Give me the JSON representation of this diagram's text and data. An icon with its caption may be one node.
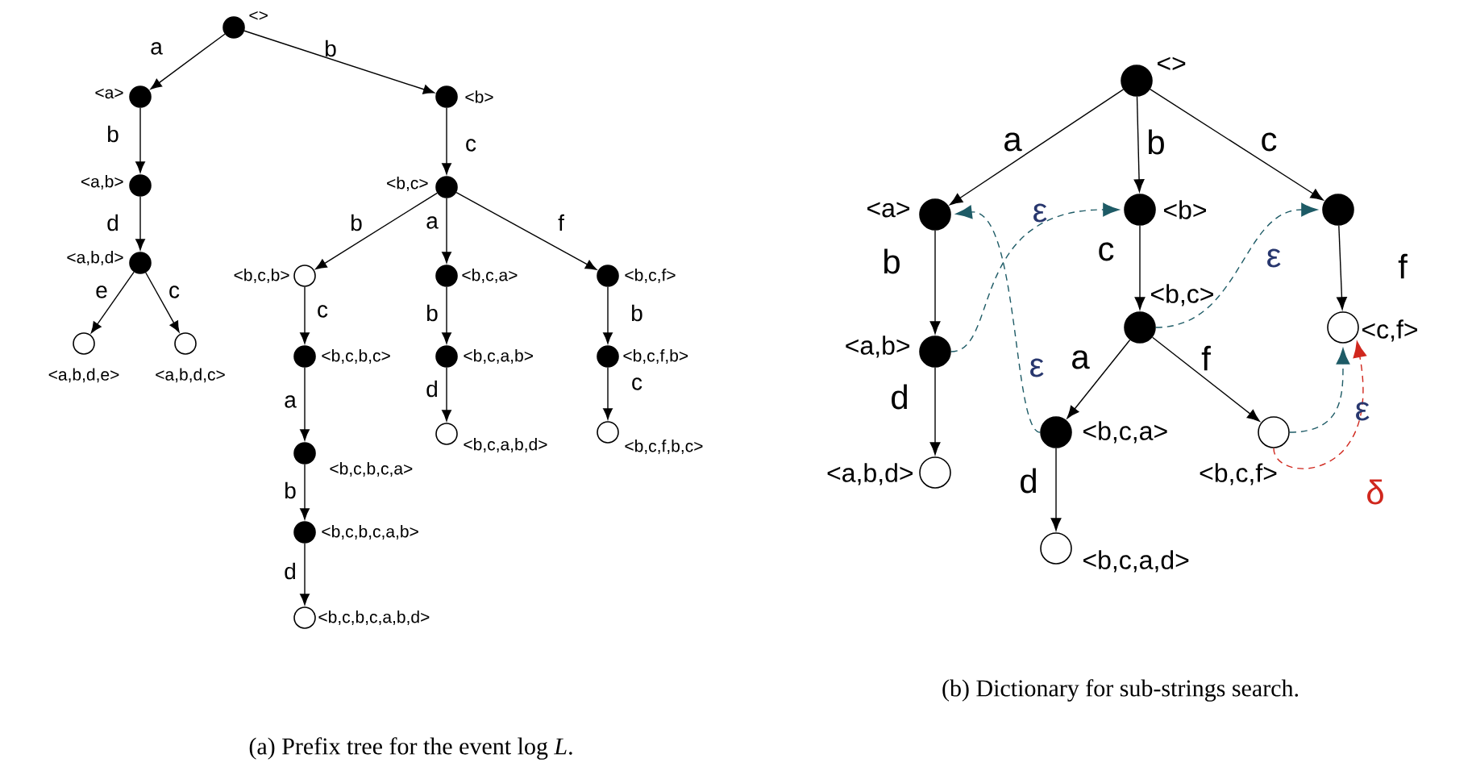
{
  "diagram": {
    "nodes": [
      {
        "text": [],
        "shape": "dot",
        "beside": [
          "<>"
        ]
      },
      {
        "text": [],
        "shape": "dot",
        "beside": [
          "<a>"
        ]
      },
      {
        "text": [],
        "shape": "dot",
        "beside": [
          "<b>"
        ]
      },
      {
        "text": [],
        "shape": "dot",
        "beside": [
          "<a,b>"
        ]
      },
      {
        "text": [],
        "shape": "dot",
        "beside": [
          "<a,b,d>"
        ]
      },
      {
        "text": [],
        "shape": "circle",
        "beside": [
          "<a,b,d,e>"
        ]
      },
      {
        "text": [],
        "shape": "circle",
        "beside": [
          "<a,b,d,c>"
        ]
      },
      {
        "text": [],
        "shape": "dot",
        "beside": [
          "<b,c>"
        ]
      },
      {
        "text": [],
        "shape": "circle",
        "beside": [
          "<b,c,b>"
        ]
      },
      {
        "text": [],
        "shape": "dot",
        "beside": [
          "<b,c,a>"
        ]
      },
      {
        "text": [],
        "shape": "dot",
        "beside": [
          "<b,c,f>"
        ]
      },
      {
        "text": [],
        "shape": "dot",
        "beside": [
          "<b,c,b,c>"
        ]
      },
      {
        "text": [],
        "shape": "dot",
        "beside": [
          "<b,c,a,b>"
        ]
      },
      {
        "text": [],
        "shape": "dot",
        "beside": [
          "<b,c,f,b>"
        ]
      },
      {
        "text": [],
        "shape": "circle",
        "beside": [
          "<b,c,a,b,d>"
        ]
      },
      {
        "text": [],
        "shape": "circle",
        "beside": [
          "<b,c,f,b,c>"
        ]
      },
      {
        "text": [],
        "shape": "dot",
        "beside": [
          "<b,c,b,c,a>"
        ]
      },
      {
        "text": [],
        "shape": "dot",
        "beside": [
          "<b,c,b,c,a,b>"
        ]
      },
      {
        "text": [],
        "shape": "circle",
        "beside": [
          "<b,c,b,c,a,b,d>"
        ]
      },
      {
        "text": [],
        "shape": "dot",
        "beside": [
          "<>"
        ]
      },
      {
        "text": [],
        "shape": "dot",
        "beside": [
          "<a>"
        ]
      },
      {
        "text": [],
        "shape": "dot",
        "beside": [
          "<b>"
        ]
      },
      {
        "text": [],
        "shape": "dot"
      },
      {
        "text": [],
        "shape": "dot",
        "beside": [
          "<a,b>"
        ]
      },
      {
        "text": [],
        "shape": "dot",
        "beside": [
          "<b,c>"
        ]
      },
      {
        "text": [],
        "shape": "circle",
        "beside": [
          "<c,f>"
        ]
      },
      {
        "text": [],
        "shape": "circle",
        "beside": [
          "<a,b,d>"
        ]
      },
      {
        "text": [],
        "shape": "dot",
        "beside": [
          "<b,c,a>"
        ]
      },
      {
        "text": [],
        "shape": "circle",
        "beside": [
          "<b,c,f>"
        ]
      },
      {
        "text": [],
        "shape": "circle",
        "beside": [
          "<b,c,a,d>"
        ]
      }
    ],
    "edges": [
      {
        "from": 0,
        "to": 1,
        "arrow": "to",
        "label": "a"
      },
      {
        "from": 0,
        "to": 2,
        "arrow": "to",
        "label": "b"
      },
      {
        "from": 1,
        "to": 3,
        "arrow": "to",
        "label": "b"
      },
      {
        "from": 3,
        "to": 4,
        "arrow": "to",
        "label": "d"
      },
      {
        "from": 4,
        "to": 5,
        "arrow": "to",
        "label": "e"
      },
      {
        "from": 4,
        "to": 6,
        "arrow": "to",
        "label": "c"
      },
      {
        "from": 2,
        "to": 7,
        "arrow": "to",
        "label": "c"
      },
      {
        "from": 7,
        "to": 8,
        "arrow": "to",
        "label": "b"
      },
      {
        "from": 7,
        "to": 9,
        "arrow": "to",
        "label": "a"
      },
      {
        "from": 7,
        "to": 10,
        "arrow": "to",
        "label": "f"
      },
      {
        "from": 8,
        "to": 11,
        "arrow": "to",
        "label": "c"
      },
      {
        "from": 9,
        "to": 12,
        "arrow": "to",
        "label": "b"
      },
      {
        "from": 10,
        "to": 13,
        "arrow": "to",
        "label": "b"
      },
      {
        "from": 12,
        "to": 14,
        "arrow": "to",
        "label": "d"
      },
      {
        "from": 13,
        "to": 15,
        "arrow": "to",
        "label": "c"
      },
      {
        "from": 11,
        "to": 16,
        "arrow": "to",
        "label": "a"
      },
      {
        "from": 16,
        "to": 17,
        "arrow": "to",
        "label": "b"
      },
      {
        "from": 17,
        "to": 18,
        "arrow": "to",
        "label": "d"
      },
      {
        "from": 19,
        "to": 20,
        "arrow": "to",
        "label": "a"
      },
      {
        "from": 19,
        "to": 21,
        "arrow": "to",
        "label": "b"
      },
      {
        "from": 19,
        "to": 22,
        "arrow": "to",
        "label": "c"
      },
      {
        "from": 20,
        "to": 23,
        "arrow": "to",
        "label": "b"
      },
      {
        "from": 23,
        "to": 26,
        "arrow": "to",
        "label": "d"
      },
      {
        "from": 21,
        "to": 24,
        "arrow": "to",
        "label": "c"
      },
      {
        "from": 22,
        "to": 25,
        "arrow": "to",
        "label": "f"
      },
      {
        "from": 24,
        "to": 27,
        "arrow": "to",
        "label": "a"
      },
      {
        "from": 24,
        "to": 28,
        "arrow": "to",
        "label": "f"
      },
      {
        "from": 27,
        "to": 29,
        "arrow": "to",
        "label": "d"
      },
      {
        "from": 23,
        "to": 21,
        "arrow": "to",
        "label": "ε",
        "style": "dashed",
        "color": "#1e5b66"
      },
      {
        "from": 27,
        "to": 20,
        "arrow": "to",
        "label": "ε",
        "style": "dashed",
        "color": "#1e5b66"
      },
      {
        "from": 24,
        "to": 22,
        "arrow": "to",
        "label": "ε",
        "style": "dashed",
        "color": "#1e5b66"
      },
      {
        "from": 28,
        "to": 25,
        "arrow": "to",
        "label": "ε",
        "style": "dashed",
        "color": "#1e5b66"
      },
      {
        "from": 28,
        "to": 25,
        "arrow": "to",
        "label": "δ",
        "style": "dashed",
        "color": "#d0271d"
      }
    ],
    "labels": [
      "(b) Dictionary for sub-strings search.",
      "(a) Prefix tree for the event log *L*."
    ]
  }
}
